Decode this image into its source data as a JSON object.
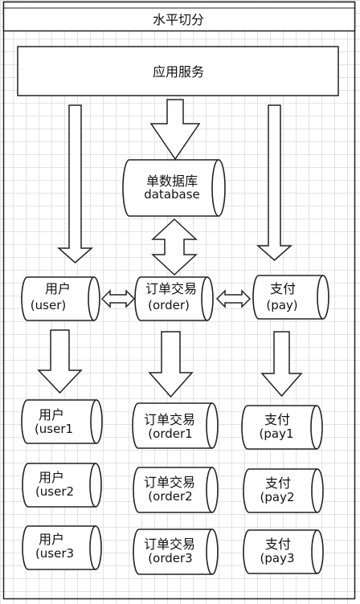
{
  "title": "水平切分",
  "app_service": "应用服务",
  "database": {
    "name": "单数据库",
    "sub": "database"
  },
  "services": [
    {
      "name": "用户",
      "sub": "user"
    },
    {
      "name": "订单交易",
      "sub": "order"
    },
    {
      "name": "支付",
      "sub": "pay"
    }
  ],
  "shards": [
    [
      {
        "name": "用户",
        "sub": "user1"
      },
      {
        "name": "订单交易",
        "sub": "order1"
      },
      {
        "name": "支付",
        "sub": "pay1"
      }
    ],
    [
      {
        "name": "用户",
        "sub": "user2"
      },
      {
        "name": "订单交易",
        "sub": "order2"
      },
      {
        "name": "支付",
        "sub": "pay2"
      }
    ],
    [
      {
        "name": "用户",
        "sub": "user3"
      },
      {
        "name": "订单交易",
        "sub": "order3"
      },
      {
        "name": "支付",
        "sub": "pay3"
      }
    ]
  ]
}
